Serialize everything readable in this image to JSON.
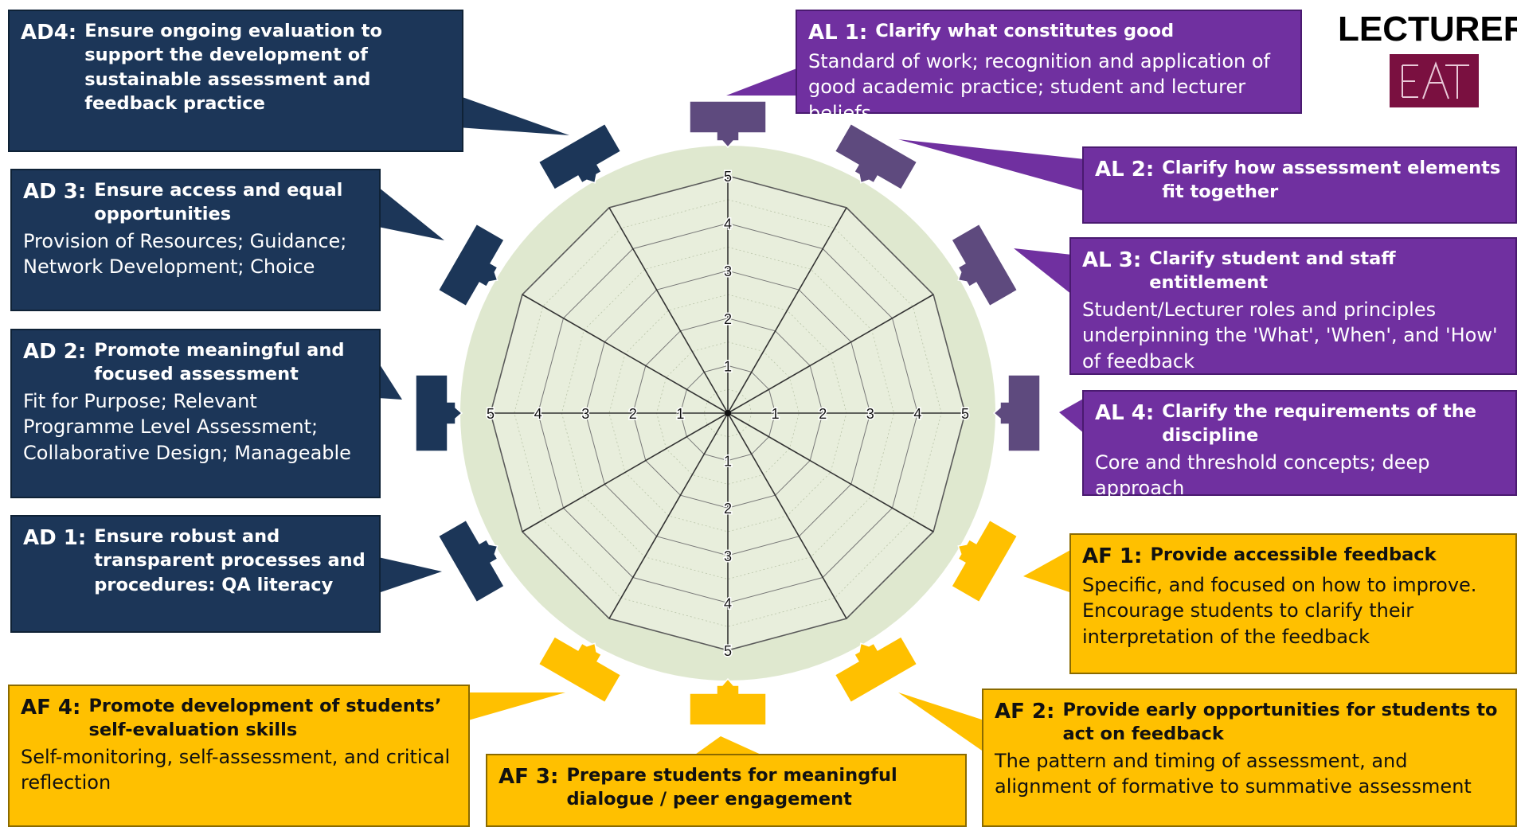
{
  "header": {
    "brand": "LECTURER"
  },
  "boxes": [
    {
      "id": "ad4",
      "code": "AD4:",
      "title": "Ensure ongoing evaluation to support the development of sustainable assessment and feedback practice",
      "desc": ""
    },
    {
      "id": "ad3",
      "code": "AD 3:",
      "title": "Ensure access and equal opportunities",
      "desc": "Provision of Resources; Guidance; Network Development; Choice"
    },
    {
      "id": "ad2",
      "code": "AD 2:",
      "title": "Promote meaningful and focused assessment",
      "desc": "Fit for Purpose; Relevant Programme Level Assessment; Collaborative Design; Manageable"
    },
    {
      "id": "ad1",
      "code": "AD 1:",
      "title": "Ensure robust and transparent processes and procedures:  QA literacy",
      "desc": ""
    },
    {
      "id": "al1",
      "code": "AL 1:",
      "title": "Clarify what constitutes good",
      "desc": "Standard of work; recognition and application of good academic practice; student and lecturer beliefs"
    },
    {
      "id": "al2",
      "code": "AL 2:",
      "title": "Clarify how assessment elements fit together",
      "desc": ""
    },
    {
      "id": "al3",
      "code": "AL 3:",
      "title": "Clarify student and staff entitlement",
      "desc": "Student/Lecturer roles and principles underpinning the 'What', 'When', and 'How' of feedback"
    },
    {
      "id": "al4",
      "code": "AL 4:",
      "title": "Clarify the requirements of the discipline",
      "desc": "Core and threshold concepts; deep approach"
    },
    {
      "id": "af1",
      "code": "AF 1:",
      "title": "Provide accessible feedback",
      "desc": "Specific, and focused on how to improve. Encourage students to clarify their interpretation of the feedback"
    },
    {
      "id": "af2",
      "code": "AF 2:",
      "title": "Provide early opportunities for students to act on feedback",
      "desc": "The pattern and timing of assessment, and alignment of formative to summative assessment"
    },
    {
      "id": "af3",
      "code": "AF 3:",
      "title": "Prepare students for meaningful dialogue / peer engagement",
      "desc": ""
    },
    {
      "id": "af4",
      "code": "AF 4:",
      "title": "Promote development of students’ self-evaluation skills",
      "desc": "Self-monitoring, self-assessment, and critical reflection"
    }
  ],
  "radar": {
    "scale_max": 5,
    "scale_labels": [
      "1",
      "2",
      "3",
      "4",
      "5"
    ],
    "axis_count": 12
  },
  "colors": {
    "navy": "#1c3658",
    "purple": "#7030a0",
    "gold": "#ffc000",
    "radar_fill": "#e8eedc",
    "radar_disc": "#dfe8cf",
    "connector_purple": "#5e4a7e"
  }
}
